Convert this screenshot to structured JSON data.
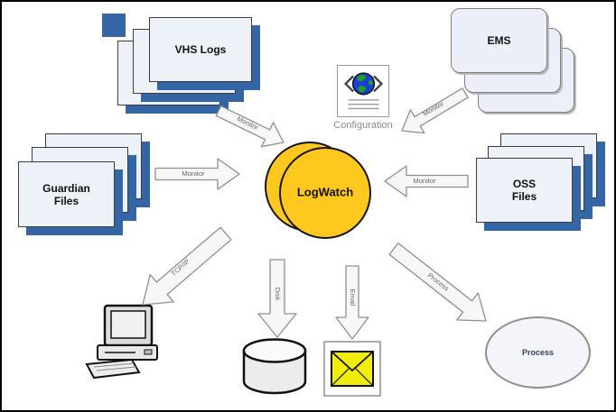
{
  "nodes": {
    "vhs": {
      "label": "VHS Logs"
    },
    "ems": {
      "label": "EMS"
    },
    "guardian": {
      "line1": "Guardian",
      "line2": "Files"
    },
    "oss": {
      "line1": "OSS",
      "line2": "Files"
    },
    "configuration": {
      "caption": "Configuration"
    },
    "logwatch": {
      "label": "LogWatch"
    },
    "process": {
      "label": "Process"
    }
  },
  "arrows": {
    "vhs_to_logwatch": "Monitor",
    "guardian_to_logwatch": "Monitor",
    "ems_to_logwatch": "Monitor",
    "oss_to_logwatch": "Monitor",
    "logwatch_to_terminal": "TCP/IP",
    "logwatch_to_disk": "Disk",
    "logwatch_to_email": "Email",
    "logwatch_to_process": "Process"
  },
  "colors": {
    "logwatch_fill": "#FFC81E",
    "stack_shadow_navy": "#3465A4",
    "card_fill": "#EDF1F8",
    "ems_card_fill": "#ECEEF8",
    "envelope_yellow": "#F0ED0C",
    "arrow_fill": "#F7F7F7",
    "border_black": "#000000"
  }
}
